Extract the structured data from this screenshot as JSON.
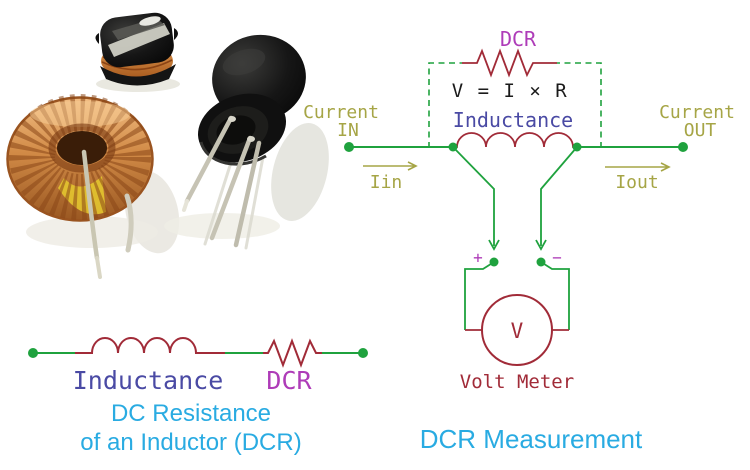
{
  "colors": {
    "wire_green": "#1FA23E",
    "component_red": "#A12B38",
    "current_label_olive": "#A6A546",
    "magenta": "#AE3CB8",
    "navy": "#4A4AA4",
    "formula_black": "#1A1A1A",
    "heading_cyan": "#29ABE2"
  },
  "measurement": {
    "dcr": "DCR",
    "formula": "V = I × R",
    "inductance": "Inductance",
    "current_in": {
      "line1": "Current",
      "line2": "IN"
    },
    "current_out": {
      "line1": "Current",
      "line2": "OUT"
    },
    "iin": "Iin",
    "iout": "Iout",
    "plus": "+",
    "minus": "−",
    "meter_symbol": "V",
    "meter_label": "Volt Meter",
    "caption": "DCR Measurement"
  },
  "symbol_diagram": {
    "inductance": "Inductance",
    "dcr": "DCR",
    "caption_line1": "DC Resistance",
    "caption_line2": "of an Inductor (DCR)"
  }
}
